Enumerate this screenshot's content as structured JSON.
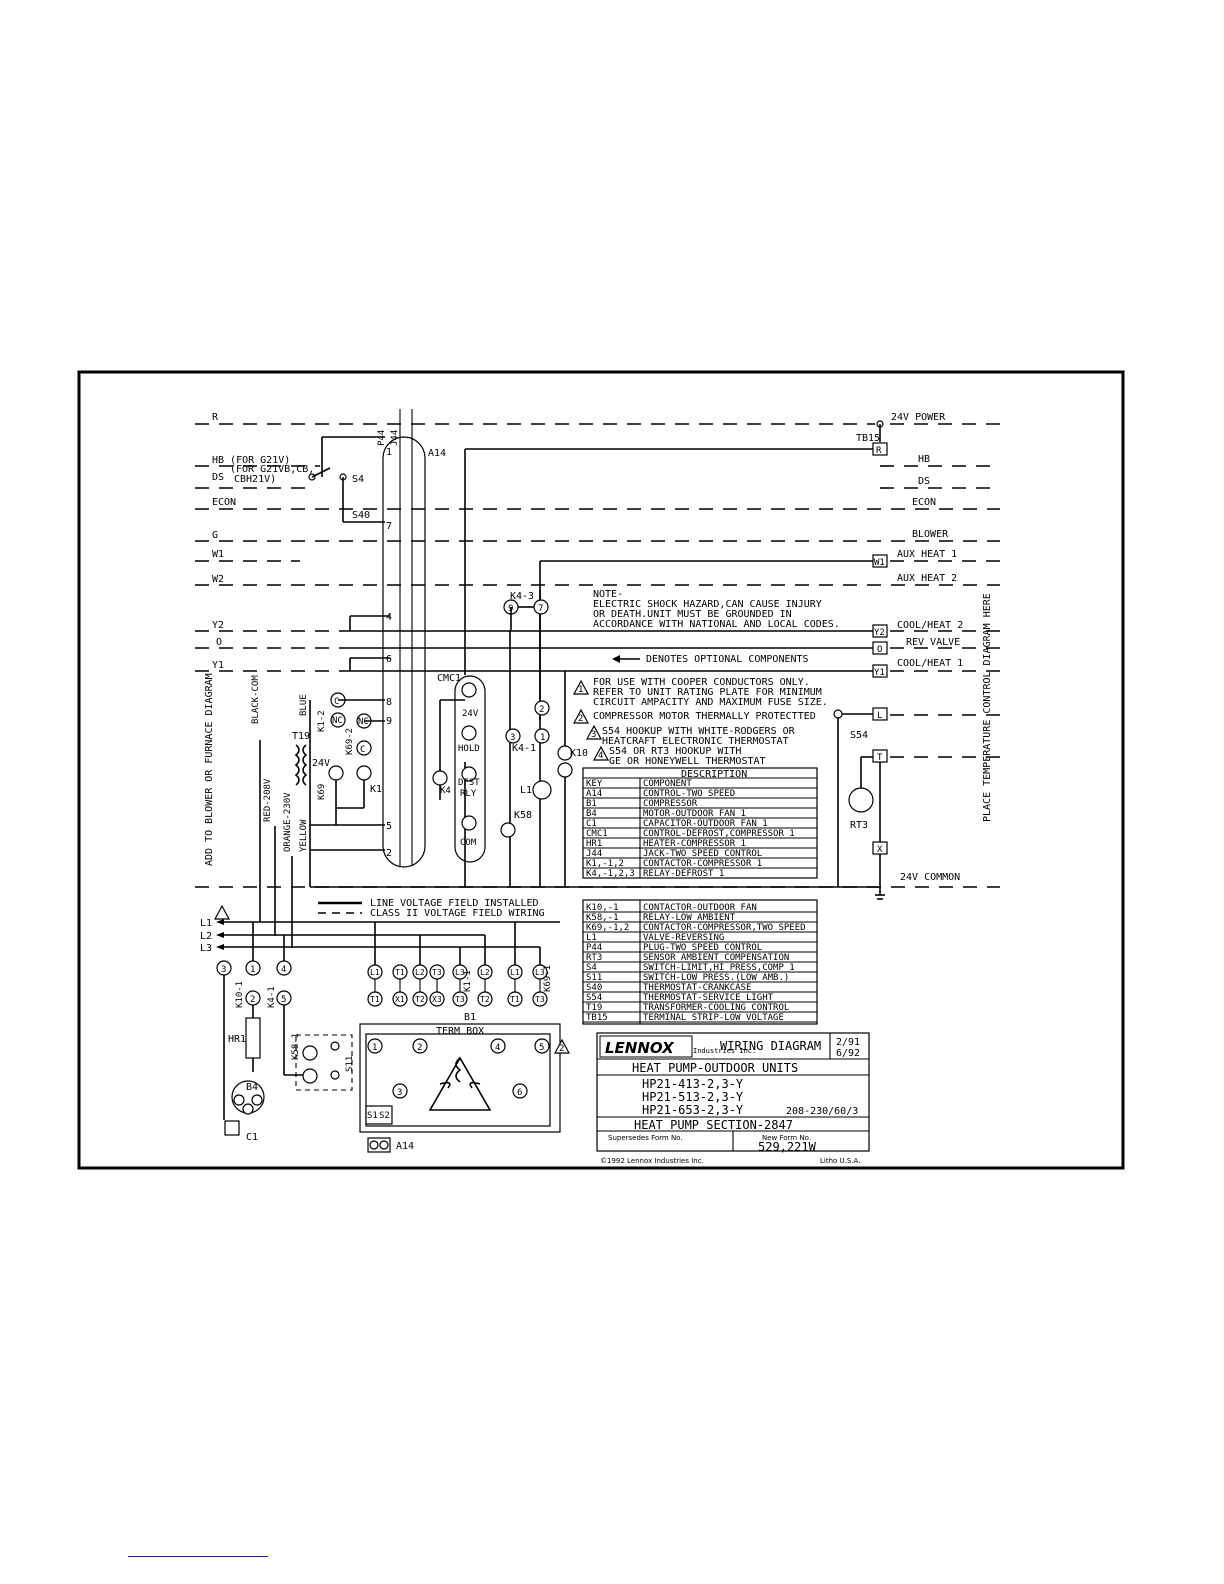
{
  "bus_left": [
    {
      "key": "r",
      "label": "R"
    },
    {
      "key": "hb",
      "label": "HB (FOR G21V)"
    },
    {
      "key": "ds",
      "label": "DS"
    },
    {
      "key": "ds_note",
      "label": "(FOR G21VB,CB,"
    },
    {
      "key": "ds_note2",
      "label": "CBH21V)"
    },
    {
      "key": "econ",
      "label": "ECON"
    },
    {
      "key": "g",
      "label": "G"
    },
    {
      "key": "w1",
      "label": "W1"
    },
    {
      "key": "w2",
      "label": "W2"
    },
    {
      "key": "y2",
      "label": "Y2"
    },
    {
      "key": "o",
      "label": "O"
    },
    {
      "key": "y1",
      "label": "Y1"
    }
  ],
  "bus_right": [
    {
      "key": "power",
      "label": "24V POWER"
    },
    {
      "key": "hb",
      "label": "HB"
    },
    {
      "key": "ds",
      "label": "DS"
    },
    {
      "key": "econ",
      "label": "ECON"
    },
    {
      "key": "blower",
      "label": "BLOWER"
    },
    {
      "key": "aux1",
      "label": "AUX HEAT 1"
    },
    {
      "key": "aux2",
      "label": "AUX HEAT 2"
    },
    {
      "key": "coolheat2",
      "label": "COOL/HEAT 2"
    },
    {
      "key": "rev",
      "label": "REV VALVE"
    },
    {
      "key": "coolheat1",
      "label": "COOL/HEAT 1"
    },
    {
      "key": "common",
      "label": "24V COMMON"
    }
  ],
  "tb15_terms": [
    "R",
    "W1",
    "Y2",
    "O",
    "Y1",
    "L",
    "T",
    "X"
  ],
  "labels": {
    "tb15": "TB15",
    "a14": "A14",
    "p44": "P44",
    "j44": "J44",
    "s4": "S4",
    "s40": "S40",
    "k4_3": "K4-3",
    "k4_1": "K4-1",
    "k10": "K10",
    "k58": "K58",
    "l1_valve": "L1",
    "cmc1": "CMC1",
    "c24v": "24V",
    "hold": "HOLD",
    "dfst": "DFST",
    "rly": "RLY",
    "com": "COM",
    "k4": "K4",
    "k1": "K1",
    "k1_2": "K1-2",
    "k69": "K69",
    "k69_2": "K69-2",
    "nc": "NC",
    "c": "C",
    "t19": "T19",
    "v24": "24V",
    "blue": "BLUE",
    "yellow": "YELLOW",
    "black_com": "BLACK-COM",
    "red_208": "RED-208V",
    "orange_230": "ORANGE-230V",
    "s54": "S54",
    "rt3": "RT3",
    "add_to": "ADD TO BLOWER OR FURNACE DIAGRAM",
    "place_temp": "PLACE TEMPERATURE CONTROL DIAGRAM HERE",
    "l1": "L1",
    "l2": "L2",
    "l3": "L3",
    "k10_1": "K10-1",
    "k4_1b": "K4-1",
    "hr1": "HR1",
    "k58_1": "K58-1",
    "s11": "S11",
    "b4": "B4",
    "c1": "C1",
    "b1": "B1",
    "term_box": "TERM BOX",
    "s1": "S1",
    "s2": "S2",
    "a14b": "A14",
    "k1_1": "K1-1",
    "k69_1": "K69-1"
  },
  "notes": {
    "note_title": "NOTE-",
    "note_lines": [
      "ELECTRIC SHOCK HAZARD,CAN CAUSE INJURY",
      "OR DEATH.UNIT MUST BE GROUNDED IN",
      "ACCORDANCE WITH NATIONAL AND LOCAL CODES."
    ],
    "optional": "DENOTES OPTIONAL COMPONENTS",
    "n1": [
      "FOR USE WITH COOPER CONDUCTORS ONLY.",
      "REFER TO UNIT RATING PLATE FOR MINIMUM",
      "CIRCUIT AMPACITY AND MAXIMUM FUSE SIZE."
    ],
    "n2": "COMPRESSOR MOTOR THERMALLY PROTECTTED",
    "n3": [
      "S54 HOOKUP WITH WHITE-RODGERS OR",
      "HEATCRAFT ELECTRONIC THERMOSTAT"
    ],
    "n4": [
      "S54 OR RT3 HOOKUP WITH",
      "GE OR HONEYWELL THERMOSTAT"
    ],
    "legend_line": "LINE VOLTAGE FIELD INSTALLED",
    "legend_class2": "CLASS II VOLTAGE FIELD WIRING"
  },
  "description_table": {
    "title": "DESCRIPTION",
    "header": [
      "KEY",
      "COMPONENT"
    ],
    "rows": [
      [
        "A14",
        "CONTROL-TWO SPEED"
      ],
      [
        "B1",
        "COMPRESSOR"
      ],
      [
        "B4",
        "MOTOR-OUTDOOR FAN 1"
      ],
      [
        "C1",
        "CAPACITOR-OUTDOOR FAN 1"
      ],
      [
        "CMC1",
        "CONTROL-DEFROST,COMPRESSOR 1"
      ],
      [
        "HR1",
        "HEATER-COMPRESSOR 1"
      ],
      [
        "J44",
        "JACK-TWO SPEED CONTROL"
      ],
      [
        "K1,-1,2",
        "CONTACTOR-COMPRESSOR 1"
      ],
      [
        "K4,-1,2,3",
        "RELAY-DEFROST 1"
      ]
    ],
    "rows2": [
      [
        "K10,-1",
        "CONTACTOR-OUTDOOR FAN"
      ],
      [
        "K58,-1",
        "RELAY-LOW AMBIENT"
      ],
      [
        "K69,-1,2",
        "CONTACTOR-COMPRESSOR,TWO SPEED"
      ],
      [
        "L1",
        "VALVE-REVERSING"
      ],
      [
        "P44",
        "PLUG-TWO SPEED CONTROL"
      ],
      [
        "RT3",
        "SENSOR AMBIENT COMPENSATION"
      ],
      [
        "S4",
        "SWITCH-LIMIT,HI PRESS,COMP 1"
      ],
      [
        "S11",
        "SWITCH-LOW PRESS.(LOW AMB.)"
      ],
      [
        "S40",
        "THERMOSTAT-CRANKCASE"
      ],
      [
        "S54",
        "THERMOSTAT-SERVICE LIGHT"
      ],
      [
        "T19",
        "TRANSFORMER-COOLING CONTROL"
      ],
      [
        "TB15",
        "TERMINAL STRIP-LOW VOLTAGE"
      ]
    ]
  },
  "title_block": {
    "brand": "LENNOX",
    "brand_sub": "Industries Inc.",
    "doc_type": "WIRING DIAGRAM",
    "date1": "2/91",
    "date2": "6/92",
    "heading": "HEAT PUMP-OUTDOOR UNITS",
    "models": [
      "HP21-413-2,3-Y",
      "HP21-513-2,3-Y",
      "HP21-653-2,3-Y"
    ],
    "voltage": "208-230/60/3",
    "section": "HEAT PUMP SECTION-2847",
    "supersedes": "Supersedes Form No.",
    "new_form": "New Form No.",
    "form_no": "529,221W",
    "copyright": "©1992 Lennox Industries Inc.",
    "litho": "Litho U.S.A."
  },
  "terminal_numbers": [
    "1",
    "2",
    "3",
    "4",
    "5",
    "6",
    "7",
    "8",
    "9"
  ],
  "colors": {
    "line": "#000000",
    "paper": "#ffffff",
    "link": "#1a1aa6"
  }
}
